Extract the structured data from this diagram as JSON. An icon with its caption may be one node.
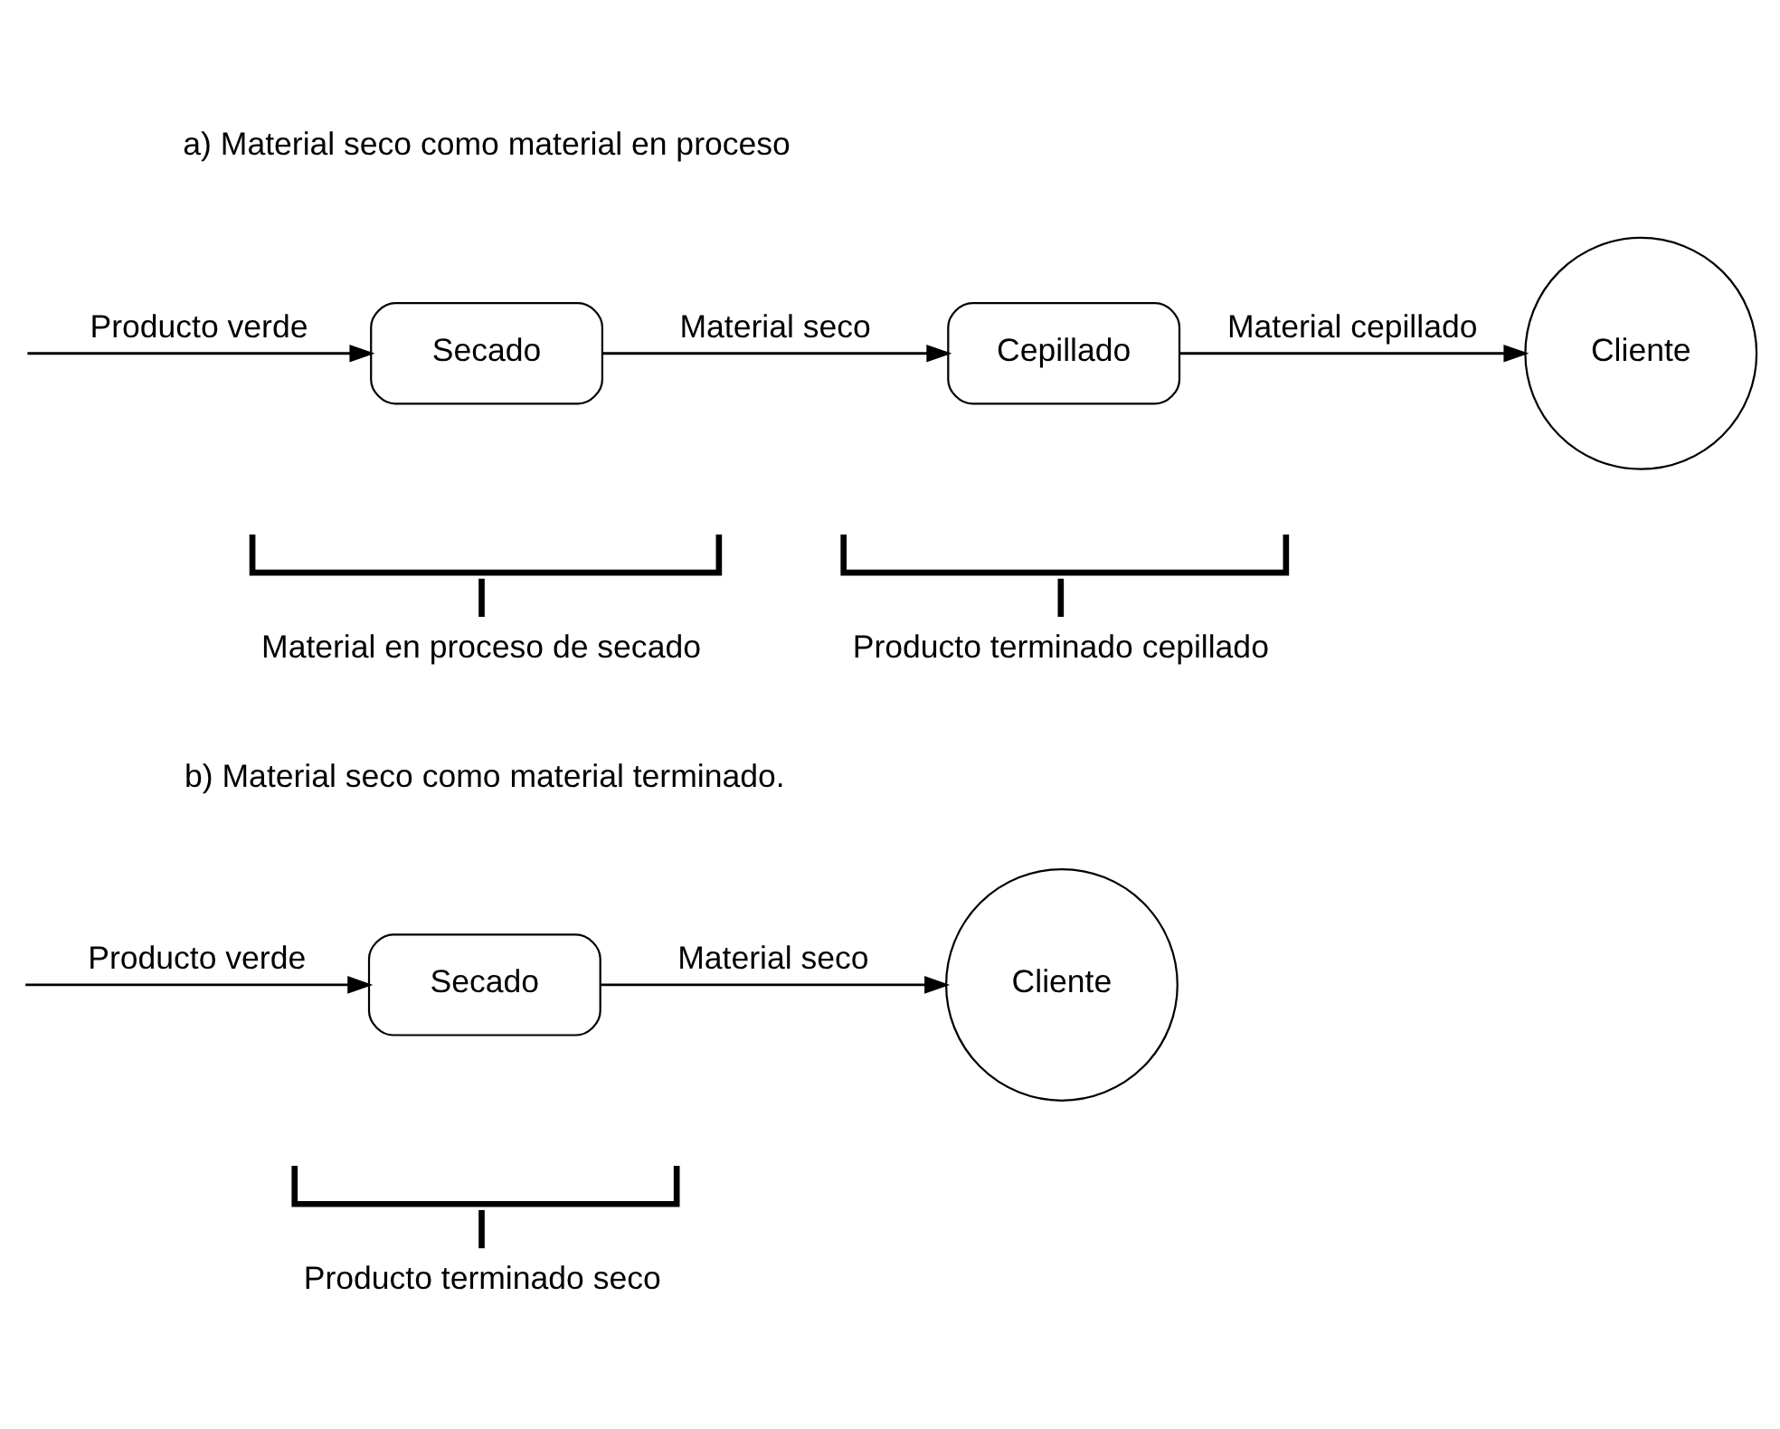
{
  "diagram": {
    "nodes": [
      {
        "text": [
          "Secado"
        ]
      },
      {
        "text": [
          "Cepillado"
        ]
      },
      {
        "text": [
          "Cliente"
        ]
      },
      {
        "text": [
          "Secado"
        ]
      },
      {
        "text": [
          "Cliente"
        ]
      }
    ],
    "edges": [
      {
        "from": null,
        "to": 0,
        "arrow": "to",
        "label": "Producto verde"
      },
      {
        "from": 0,
        "to": 1,
        "arrow": "to",
        "label": "Material seco"
      },
      {
        "from": 1,
        "to": 2,
        "arrow": "to",
        "label": "Material cepillado"
      },
      {
        "from": null,
        "to": 3,
        "arrow": "to",
        "label": "Producto verde"
      },
      {
        "from": 3,
        "to": 4,
        "arrow": "to",
        "label": "Material seco"
      }
    ],
    "labels": [
      "a) Material seco como material en proceso",
      "Material en proceso de secado",
      "Producto terminado cepillado",
      "b) Material seco como material terminado.",
      "Producto terminado seco"
    ]
  }
}
